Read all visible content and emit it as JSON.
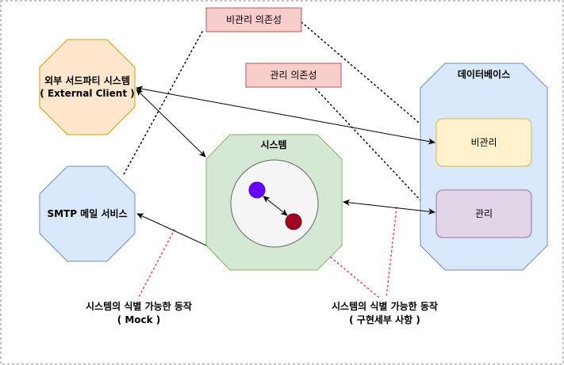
{
  "labels": {
    "unmanaged_dependency": "비관리 의존성",
    "managed_dependency": "관리 의존성",
    "external_client_line1": "외부 서드파티 시스템",
    "external_client_line2": "( External Client )",
    "smtp": "SMTP 메일 서비스",
    "system": "시스템",
    "database": "데이터베이스",
    "db_unmanaged": "비관리",
    "db_managed": "관리",
    "note_mock_line1": "시스템의 식별 가능한 동작",
    "note_mock_line2": "( Mock )",
    "note_impl_line1": "시스템의 식별 가능한 동작",
    "note_impl_line2": "( 구현세부 사항 )"
  },
  "colors": {
    "orange_fill": "#ffe6cc",
    "orange_stroke": "#d79b00",
    "blue_fill": "#dae8fc",
    "blue_stroke": "#6c8ebf",
    "green_fill": "#d5e8d4",
    "green_stroke": "#82b366",
    "red_fill": "#f8cecc",
    "red_stroke": "#b85450",
    "yellow_fill": "#fff2cc",
    "yellow_stroke": "#d6b656",
    "purple_fill": "#e1d5e7",
    "purple_stroke": "#9673a6",
    "inner_fill": "#f5f5f5",
    "inner_stroke": "#666666",
    "purple_dot": "#6a00ff",
    "red_dot": "#a20025",
    "pink_dotted": "#ff3366"
  }
}
